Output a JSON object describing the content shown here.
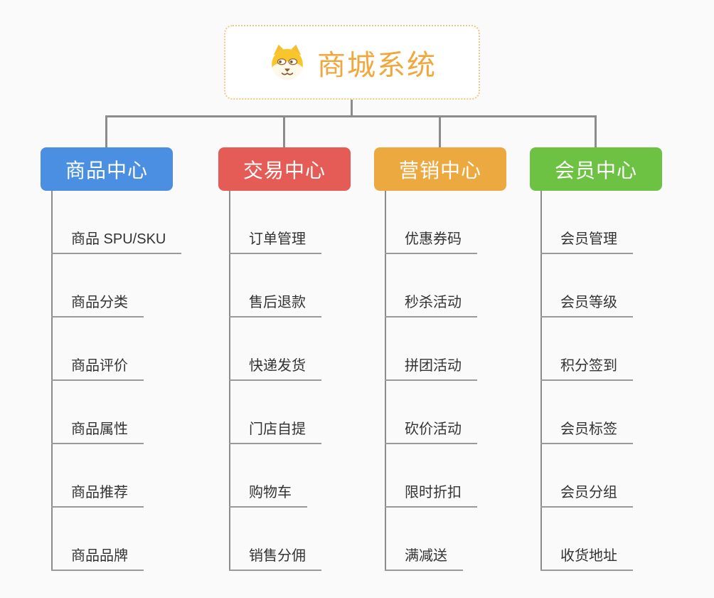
{
  "root": {
    "title": "商城系统",
    "icon": "shiba-dog-icon",
    "border_color": "#f5c583",
    "title_color": "#f0a83e"
  },
  "connector_color": "#8c8c8c",
  "underline_color": "#9a9a9a",
  "background_color": "#fafafa",
  "branches": [
    {
      "label": "商品中心",
      "color": "#4b8fe2",
      "items": [
        "商品 SPU/SKU",
        "商品分类",
        "商品评价",
        "商品属性",
        "商品推荐",
        "商品品牌"
      ]
    },
    {
      "label": "交易中心",
      "color": "#e55b55",
      "items": [
        "订单管理",
        "售后退款",
        "快递发货",
        "门店自提",
        "购物车",
        "销售分佣"
      ]
    },
    {
      "label": "营销中心",
      "color": "#eba93f",
      "items": [
        "优惠券码",
        "秒杀活动",
        "拼团活动",
        "砍价活动",
        "限时折扣",
        "满减送"
      ]
    },
    {
      "label": "会员中心",
      "color": "#6dc244",
      "items": [
        "会员管理",
        "会员等级",
        "积分签到",
        "会员标签",
        "会员分组",
        "收货地址"
      ]
    }
  ]
}
